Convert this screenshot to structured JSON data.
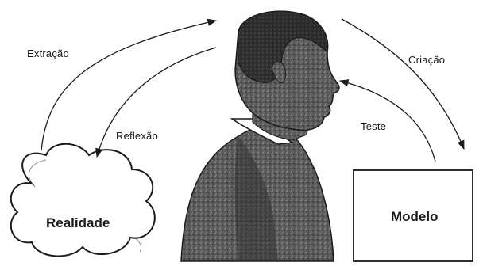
{
  "labels": {
    "extracao": "Extração",
    "reflexao": "Reflexão",
    "criacao": "Criação",
    "teste": "Teste"
  },
  "nodes": {
    "realidade": "Realidade",
    "modelo": "Modelo"
  },
  "colors": {
    "ink": "#1a1a1a",
    "figure_dark": "#3a3a3a",
    "figure_mid": "#6e6e6e",
    "paper": "#ffffff"
  }
}
